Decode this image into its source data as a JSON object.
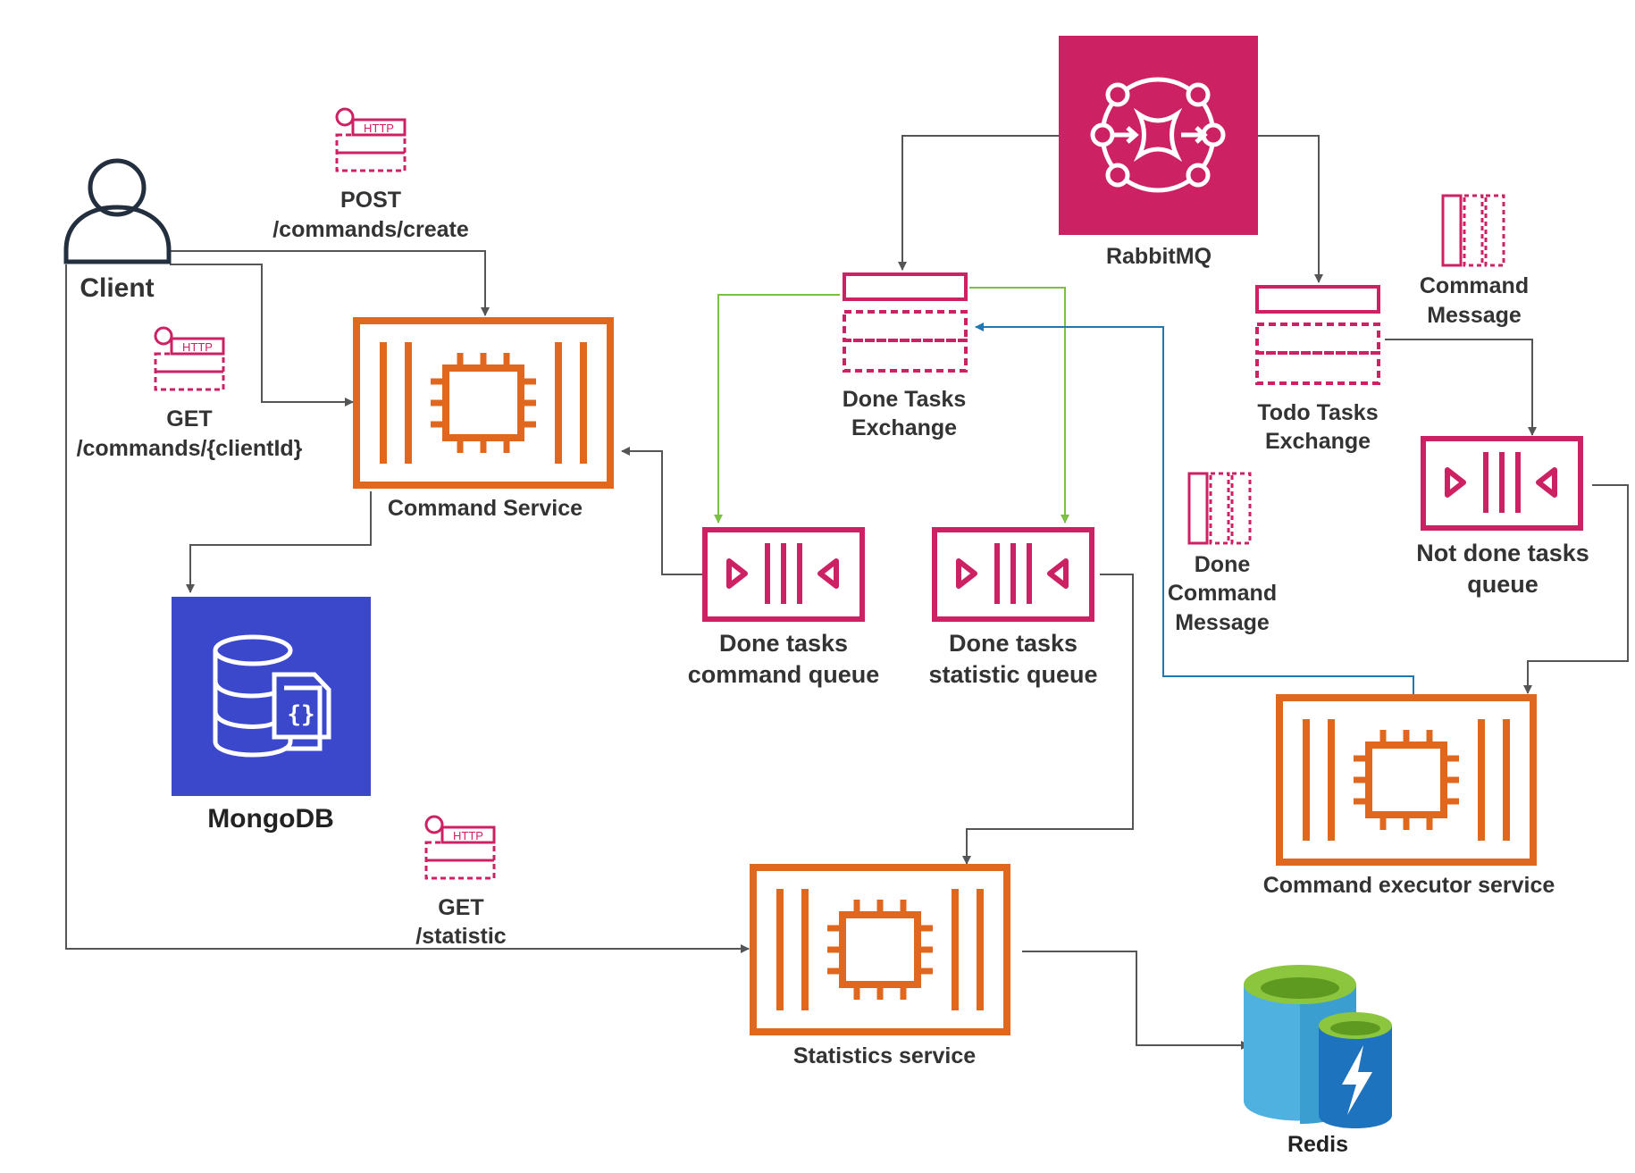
{
  "colors": {
    "service": "#E0681E",
    "queue": "#CC2264",
    "rabbit": "#CC2264",
    "mongo": "#3B48CC",
    "connector": "#555555",
    "green": "#7AC143",
    "blue": "#1F78B4",
    "redis_light": "#4FB1E0",
    "redis_dark": "#1E73BE",
    "redis_top": "#8CC63F"
  },
  "labels": {
    "client": "Client",
    "post_method": "POST",
    "post_path": "/commands/create",
    "get_method": "GET",
    "get_path": "/commands/{clientId}",
    "http": "HTTP",
    "command_service": "Command Service",
    "mongodb": "MongoDB",
    "stat_get_method": "GET",
    "stat_get_path": "/statistic",
    "statistics_service": "Statistics service",
    "redis": "Redis",
    "rabbitmq": "RabbitMQ",
    "done_exchange_1": "Done Tasks",
    "done_exchange_2": "Exchange",
    "todo_exchange_1": "Todo Tasks",
    "todo_exchange_2": "Exchange",
    "command_message_1": "Command",
    "command_message_2": "Message",
    "done_cmd_msg_1": "Done",
    "done_cmd_msg_2": "Command",
    "done_cmd_msg_3": "Message",
    "done_cmd_queue_1": "Done tasks",
    "done_cmd_queue_2": "command queue",
    "done_stat_queue_1": "Done tasks",
    "done_stat_queue_2": "statistic queue",
    "not_done_queue_1": "Not done tasks",
    "not_done_queue_2": "queue",
    "executor_service": "Command executor service"
  },
  "icons": [
    "user-icon",
    "http-message-icon",
    "ec2-instance-icon",
    "document-db-icon",
    "amazon-mq-icon",
    "exchange-topic-icon",
    "queue-icon",
    "message-icon",
    "redis-cache-icon"
  ]
}
